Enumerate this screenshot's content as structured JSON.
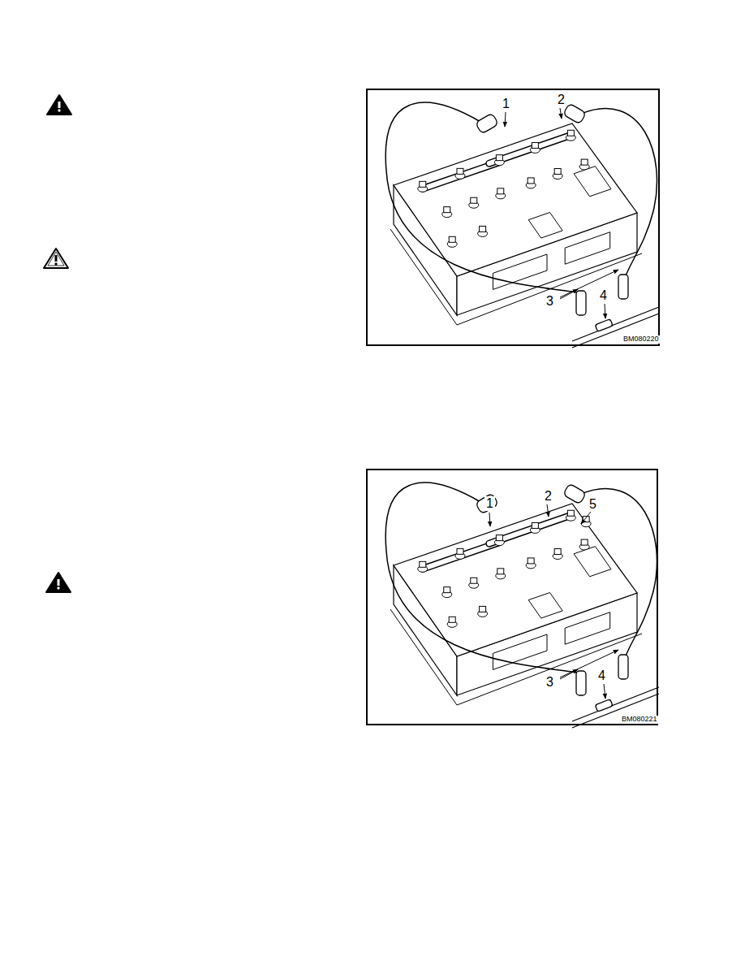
{
  "diagram": {
    "labels": [
      "1",
      "2",
      "3",
      "4",
      "BM080220",
      "1",
      "2",
      "5",
      "3",
      "4",
      "BM080221"
    ]
  }
}
